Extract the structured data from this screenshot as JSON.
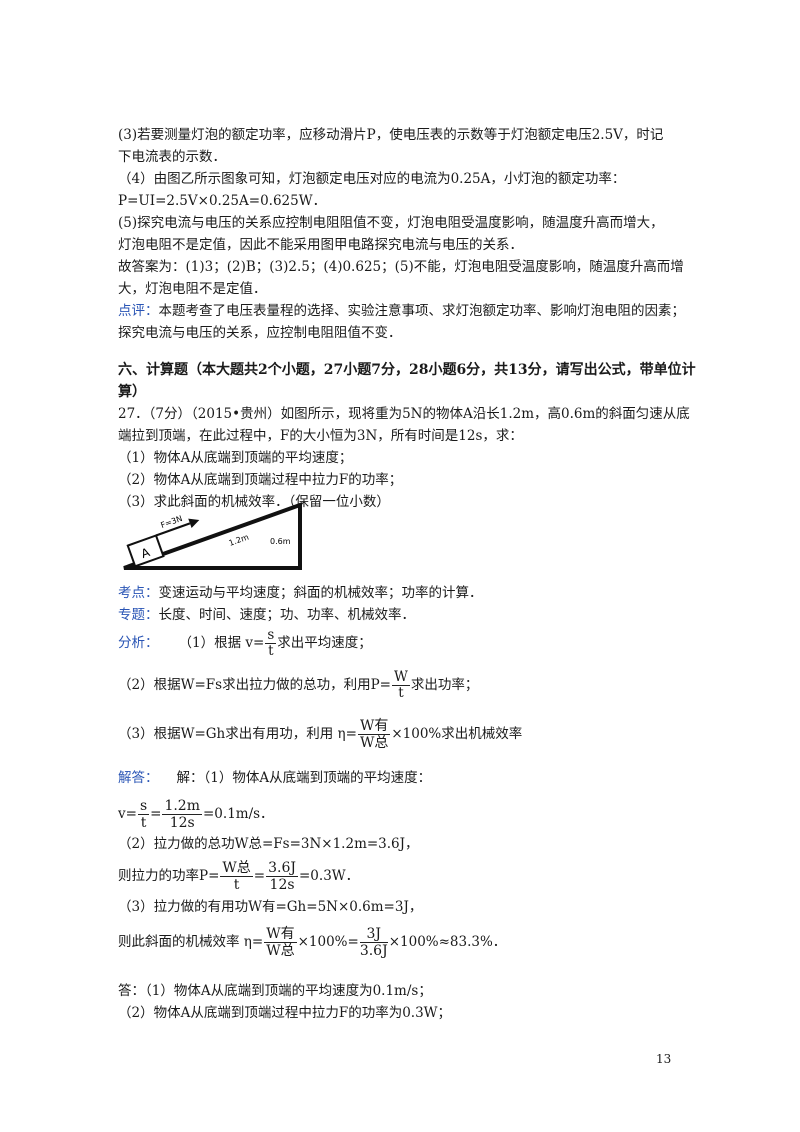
{
  "lines": {
    "l1": "(3)若要测量灯泡的额定功率，应移动滑片P，使电压表的示数等于灯泡额定电压2.5V，时记",
    "l2": "下电流表的示数．",
    "l3": "（4）由图乙所示图象可知，灯泡额定电压对应的电流为0.25A，小灯泡的额定功率：",
    "l4": "P=UI=2.5V×0.25A=0.625W．",
    "l5": "(5)探究电流与电压的关系应控制电阻阻值不变，灯泡电阻受温度影响，随温度升高而增大，",
    "l6": "灯泡电阻不是定值，因此不能采用图甲电路探究电流与电压的关系．",
    "l7": "故答案为：(1)3；(2)B；(3)2.5；(4)0.625；(5)不能，灯泡电阻受温度影响，随温度升高而增",
    "l8": "大，灯泡电阻不是定值．",
    "dianping_label": "点评：",
    "dianping_text": "本题考查了电压表量程的选择、实验注意事项、求灯泡额定功率、影响灯泡电阻的因素；",
    "l10": "探究电流与电压的关系，应控制电阻阻值不变．",
    "section_title_1": "六、计算题（本大题共2个小题，27小题7分，28小题6分，共13分，请写出公式，带单位计",
    "section_title_2": "算）",
    "q1": "27．（7分）（2015•贵州）如图所示，现将重为5N的物体A沿长1.2m，高0.6m的斜面匀速从底",
    "q2": "端拉到顶端，在此过程中，F的大小恒为3N，所有时间是12s，求：",
    "q3": "（1）物体A从底端到顶端的平均速度；",
    "q4": "（2）物体A从底端到顶端过程中拉力F的功率；",
    "q5": "（3）求此斜面的机械效率．（保留一位小数）",
    "kaodian_label": "考点：",
    "kaodian_text": "变速运动与平均速度；斜面的机械效率；功率的计算．",
    "zhuanti_label": "专题：",
    "zhuanti_text": "长度、时间、速度；功、功率、机械效率．",
    "fenxi_label": "分析：",
    "fenxi_1a": "（1）根据 v=",
    "fenxi_1b": "求出平均速度；",
    "fenxi_2a": "（2）根据W=Fs求出拉力做的总功，利用P=",
    "fenxi_2b": "求出功率；",
    "fenxi_3a": "（3）根据W=Gh求出有用功，利用 η=",
    "fenxi_3b": "×100%求出机械效率",
    "jieda_label": "解答：",
    "jieda_1": "解：（1）物体A从底端到顶端的平均速度：",
    "v_a": "v=",
    "v_b": "=",
    "v_c": "=0.1m/s．",
    "s2": "（2）拉力做的总功W总=Fs=3N×1.2m=3.6J，",
    "p_a": "则拉力的功率P=",
    "p_b": "=",
    "p_c": "=0.3W．",
    "s3": "（3）拉力做的有用功W有=Gh=5N×0.6m=3J，",
    "eta_a": "则此斜面的机械效率 η=",
    "eta_b": "×100%=",
    "eta_c": "×100%≈83.3%．",
    "ans1": "答：（1）物体A从底端到顶端的平均速度为0.1m/s；",
    "ans2": "（2）物体A从底端到顶端过程中拉力F的功率为0.3W；",
    "page_number": "13"
  },
  "fractions": {
    "s": "s",
    "t": "t",
    "W": "W",
    "W_you": "W有",
    "W_zong": "W总",
    "m12": "1.2m",
    "s12": "12s",
    "J36": "3.6J",
    "J3": "3J"
  },
  "figure": {
    "block_label": "A",
    "force_label": "F=3N",
    "length_label": "1.2m",
    "height_label": "0.6m"
  },
  "colors": {
    "label_blue": "#2a55b5",
    "text": "#1a1a1a"
  }
}
